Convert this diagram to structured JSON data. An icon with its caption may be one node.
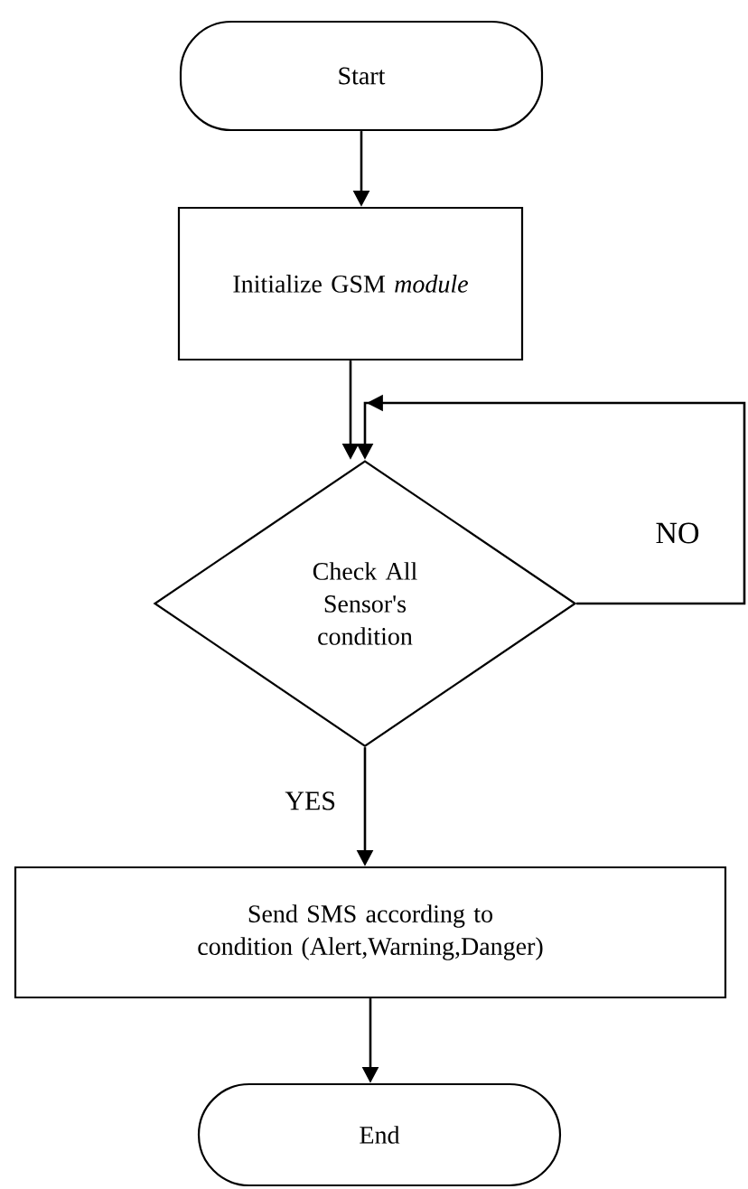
{
  "diagram": {
    "nodes": [
      {
        "text": [
          "Start"
        ]
      },
      {
        "text": [
          "Initialize GSM *module*"
        ]
      },
      {
        "text": [
          "Check All Sensor's condition"
        ]
      },
      {
        "text": [
          "Send SMS according to condition (Alert,Warning,Danger)"
        ]
      },
      {
        "text": [
          "End"
        ]
      }
    ],
    "edges": [
      {
        "from": 0,
        "to": 1,
        "arrow": "to"
      },
      {
        "from": 1,
        "to": 2,
        "arrow": "to"
      },
      {
        "from": 2,
        "to": 3,
        "arrow": "to",
        "label": "YES"
      },
      {
        "from": 3,
        "to": 4,
        "arrow": "to"
      },
      {
        "from": 2,
        "to": 2,
        "arrow": "to",
        "label": "NO"
      }
    ]
  }
}
